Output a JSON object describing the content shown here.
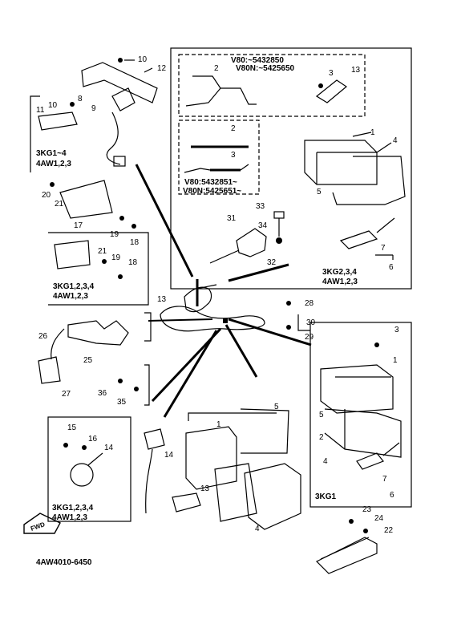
{
  "diagram": {
    "code": "4AW4010-6450",
    "fwd_label": "FWD",
    "serial_range_a_v80": "V80:~5432850",
    "serial_range_a_v80n": "V80N:~5425650",
    "serial_range_b_v80": "V80:5432851~",
    "serial_range_b_v80n": "V80N:5425651~",
    "model_codes": {
      "kg14_aw123": [
        "3KG1~4",
        "4AW1,2,3"
      ],
      "kg1234_aw123_a": [
        "3KG1,2,3,4",
        "4AW1,2,3"
      ],
      "kg234_aw123": [
        "3KG2,3,4",
        "4AW1,2,3"
      ],
      "kg1234_aw123_b": [
        "3KG1,2,3,4",
        "4AW1,2,3"
      ],
      "kg1": "3KG1"
    },
    "part_numbers": [
      "1",
      "2",
      "3",
      "4",
      "5",
      "6",
      "7",
      "8",
      "9",
      "10",
      "11",
      "12",
      "13",
      "14",
      "15",
      "16",
      "17",
      "18",
      "19",
      "20",
      "21",
      "22",
      "23",
      "24",
      "25",
      "26",
      "27",
      "28",
      "29",
      "30",
      "31",
      "32",
      "33",
      "34",
      "35",
      "36"
    ]
  }
}
